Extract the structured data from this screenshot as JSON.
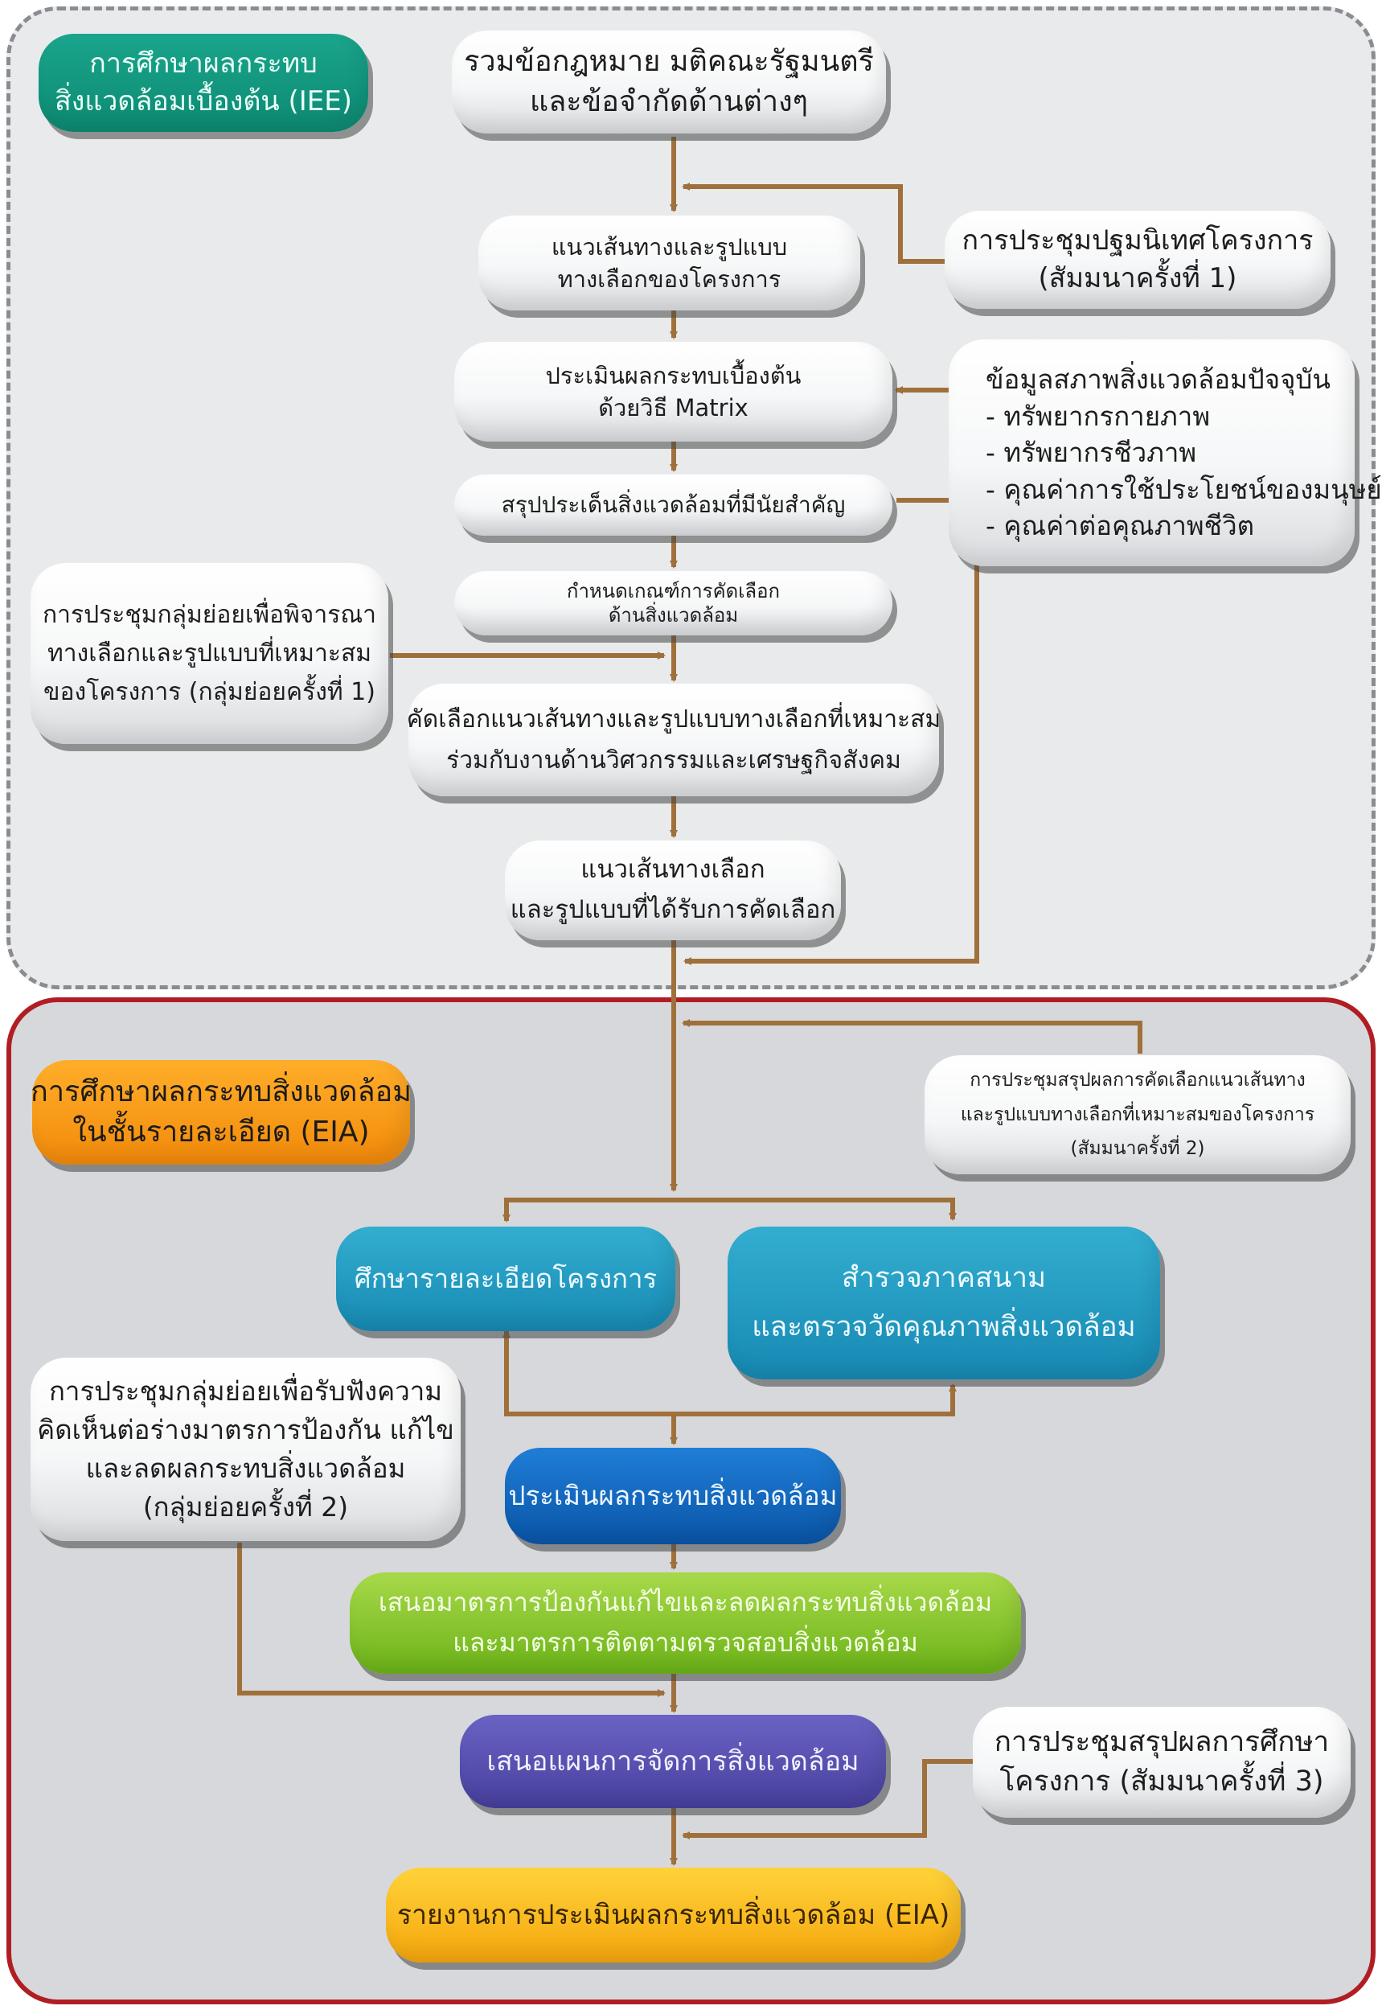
{
  "colors": {
    "arrow": "#a0703a",
    "iee_border": "#8a8c90",
    "eia_border": "#b01e24"
  },
  "iee": {
    "tag": [
      "การศึกษาผลกระทบ",
      "สิ่งแวดล้อมเบื้องต้น (IEE)"
    ],
    "laws": [
      "รวมข้อกฎหมาย มติคณะรัฐมนตรี",
      "และข้อจำกัดด้านต่างๆ"
    ],
    "routes": [
      "แนวเส้นทางและรูปแบบ",
      "ทางเลือกของโครงการ"
    ],
    "orientation": [
      "การประชุมปฐมนิเทศโครงการ",
      "(สัมมนาครั้งที่ 1)"
    ],
    "matrix": [
      "ประเมินผลกระทบเบื้องต้น",
      "ด้วยวิธี Matrix"
    ],
    "env_data": [
      "ข้อมูลสภาพสิ่งแวดล้อมปัจจุบัน",
      "- ทรัพยากรกายภาพ",
      "- ทรัพยากรชีวภาพ",
      "- คุณค่าการใช้ประโยชน์ของมนุษย์",
      "- คุณค่าต่อคุณภาพชีวิต"
    ],
    "key_issues": [
      "สรุปประเด็นสิ่งแวดล้อมที่มีนัยสำคัญ"
    ],
    "criteria": [
      "กำหนดเกณฑ์การคัดเลือก",
      "ด้านสิ่งแวดล้อม"
    ],
    "subgroup1": [
      "การประชุมกลุ่มย่อยเพื่อพิจารณา",
      "ทางเลือกและรูปแบบที่เหมาะสม",
      "ของโครงการ (กลุ่มย่อยครั้งที่ 1)"
    ],
    "select": [
      "คัดเลือกแนวเส้นทางและรูปแบบทางเลือกที่เหมาะสม",
      "ร่วมกับงานด้านวิศวกรรมและเศรษฐกิจสังคม"
    ],
    "selected": [
      "แนวเส้นทางเลือก",
      "และรูปแบบที่ได้รับการคัดเลือก"
    ]
  },
  "eia": {
    "tag": [
      "การศึกษาผลกระทบสิ่งแวดล้อม",
      "ในชั้นรายละเอียด (EIA)"
    ],
    "seminar2": [
      "การประชุมสรุปผลการคัดเลือกแนวเส้นทาง",
      "และรูปแบบทางเลือกที่เหมาะสมของโครงการ",
      "(สัมมนาครั้งที่ 2)"
    ],
    "detail": [
      "ศึกษารายละเอียดโครงการ"
    ],
    "survey": [
      "สำรวจภาคสนาม",
      "และตรวจวัดคุณภาพสิ่งแวดล้อม"
    ],
    "subgroup2": [
      "การประชุมกลุ่มย่อยเพื่อรับฟังความ",
      "คิดเห็นต่อร่างมาตรการป้องกัน แก้ไข",
      "และลดผลกระทบสิ่งแวดล้อม",
      "(กลุ่มย่อยครั้งที่ 2)"
    ],
    "assess": [
      "ประเมินผลกระทบสิ่งแวดล้อม"
    ],
    "measures": [
      "เสนอมาตรการป้องกันแก้ไขและลดผลกระทบสิ่งแวดล้อม",
      "และมาตรการติดตามตรวจสอบสิ่งแวดล้อม"
    ],
    "plan": [
      "เสนอแผนการจัดการสิ่งแวดล้อม"
    ],
    "seminar3": [
      "การประชุมสรุปผลการศึกษา",
      "โครงการ (สัมมนาครั้งที่ 3)"
    ],
    "report": [
      "รายงานการประเมินผลกระทบสิ่งแวดล้อม (EIA)"
    ]
  }
}
